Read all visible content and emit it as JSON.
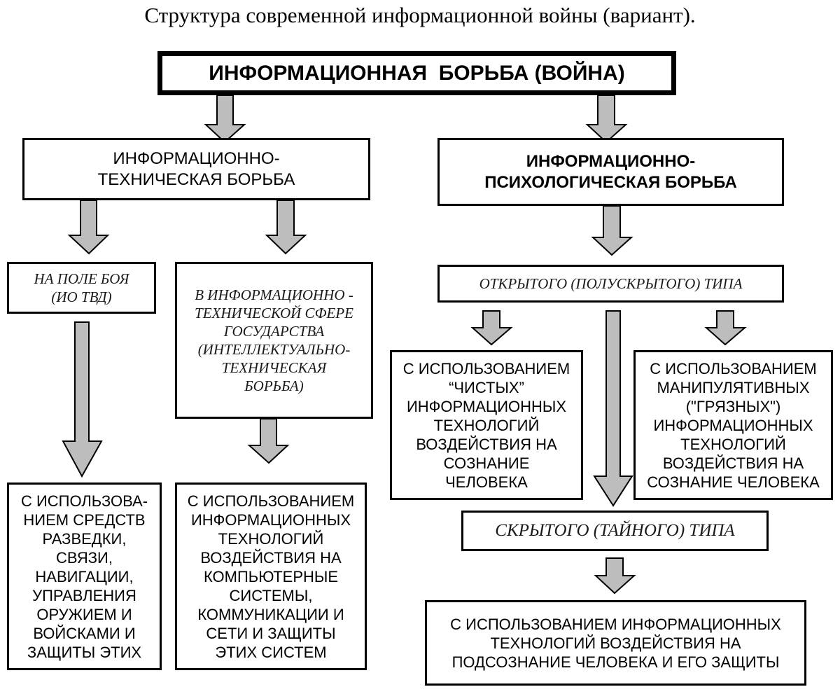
{
  "title": "Структура современной информационной войны (вариант).",
  "root": "ИНФОРМАЦИОННАЯ  БОРЬБА (ВОЙНА)",
  "tech": [
    "ИНФОРМАЦИОННО-",
    "ТЕХНИЧЕСКАЯ БОРЬБА"
  ],
  "psych": [
    "ИНФОРМАЦИОННО-",
    "ПСИХОЛОГИЧЕСКАЯ БОРЬБА"
  ],
  "battlefield": [
    "НА ПОЛЕ БОЯ",
    "(ИО ТВД)"
  ],
  "sphere": [
    "В ИНФОРМАЦИОННО -",
    "ТЕХНИЧЕСКОЙ СФЕРЕ",
    "ГОСУДАРСТВА",
    "(ИНТЕЛЛЕКТУАЛЬНО-",
    "ТЕХНИЧЕСКАЯ",
    "БОРЬБА)"
  ],
  "open_type": "ОТКРЫТОГО (ПОЛУСКРЫТОГО) ТИПА",
  "clean": [
    "С ИСПОЛЬЗОВАНИЕМ",
    "“ЧИСТЫХ”",
    "ИНФОРМАЦИОННЫХ",
    "ТЕХНОЛОГИЙ",
    "ВОЗДЕЙСТВИЯ НА",
    "СОЗНАНИЕ",
    "ЧЕЛОВЕКА"
  ],
  "dirty": [
    "С ИСПОЛЬЗОВАНИЕМ",
    "МАНИПУЛЯТИВНЫХ",
    "(\"ГРЯЗНЫХ\")",
    "ИНФОРМАЦИОННЫХ",
    "ТЕХНОЛОГИЙ",
    "ВОЗДЕЙСТВИЯ НА",
    "СОЗНАНИЕ ЧЕЛОВЕКА"
  ],
  "hidden_type": "СКРЫТОГО (ТАЙНОГО) ТИПА",
  "subconscious": [
    "С ИСПОЛЬЗОВАНИЕМ ИНФОРМАЦИОННЫХ",
    "ТЕХНОЛОГИЙ ВОЗДЕЙСТВИЯ НА",
    "ПОДСОЗНАНИЕ ЧЕЛОВЕКА И ЕГО ЗАЩИТЫ"
  ],
  "recon": [
    "С ИСПОЛЬЗОВА-",
    "НИЕМ СРЕДСТВ",
    "РАЗВЕДКИ,",
    "СВЯЗИ,",
    "НАВИГАЦИИ,",
    "УПРАВЛЕНИЯ",
    "ОРУЖИЕМ И",
    "ВОЙСКАМИ И",
    "ЗАЩИТЫ ЭТИХ"
  ],
  "computer": [
    "С ИСПОЛЬЗОВАНИЕМ",
    "ИНФОРМАЦИОННЫХ",
    "ТЕХНОЛОГИЙ",
    "ВОЗДЕЙСТВИЯ НА",
    "КОМПЬЮТЕРНЫЕ",
    "СИСТЕМЫ,",
    "КОММУНИКАЦИИ И",
    "СЕТИ И ЗАЩИТЫ",
    "ЭТИХ СИСТЕМ"
  ],
  "colors": {
    "arrow_fill": "#bdbdbd",
    "stroke": "#000000"
  }
}
